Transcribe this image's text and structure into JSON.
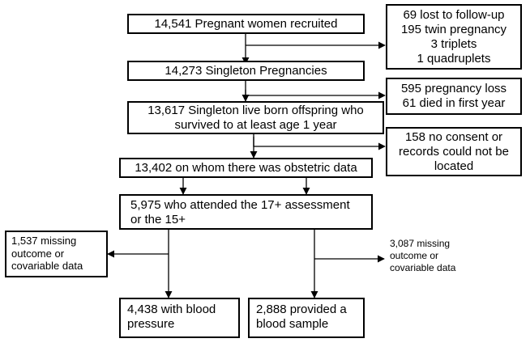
{
  "flow": {
    "recruited": "14,541 Pregnant women recruited",
    "exclusion_1": [
      "69 lost to follow-up",
      "195 twin pregnancy",
      "3 triplets",
      "1 quadruplets"
    ],
    "singleton": "14,273 Singleton Pregnancies",
    "exclusion_2": [
      "595 pregnancy loss",
      "61 died in first year"
    ],
    "survived": [
      "13,617 Singleton live born offspring who",
      "survived to at least age 1 year"
    ],
    "exclusion_3": [
      "158 no consent or",
      "records could not be",
      "located"
    ],
    "obstetric": "13,402 on whom there was obstetric data",
    "attended": [
      "5,975 who attended the 17+ assessment",
      "or the 15+"
    ],
    "missing_left": [
      "1,537 missing",
      "outcome or",
      "covariable data"
    ],
    "missing_right": [
      "3,087 missing",
      "outcome or",
      "covariable data"
    ],
    "blood_pressure": [
      "4,438 with blood",
      "pressure"
    ],
    "blood_sample": [
      "2,888 provided a",
      "blood sample"
    ]
  }
}
